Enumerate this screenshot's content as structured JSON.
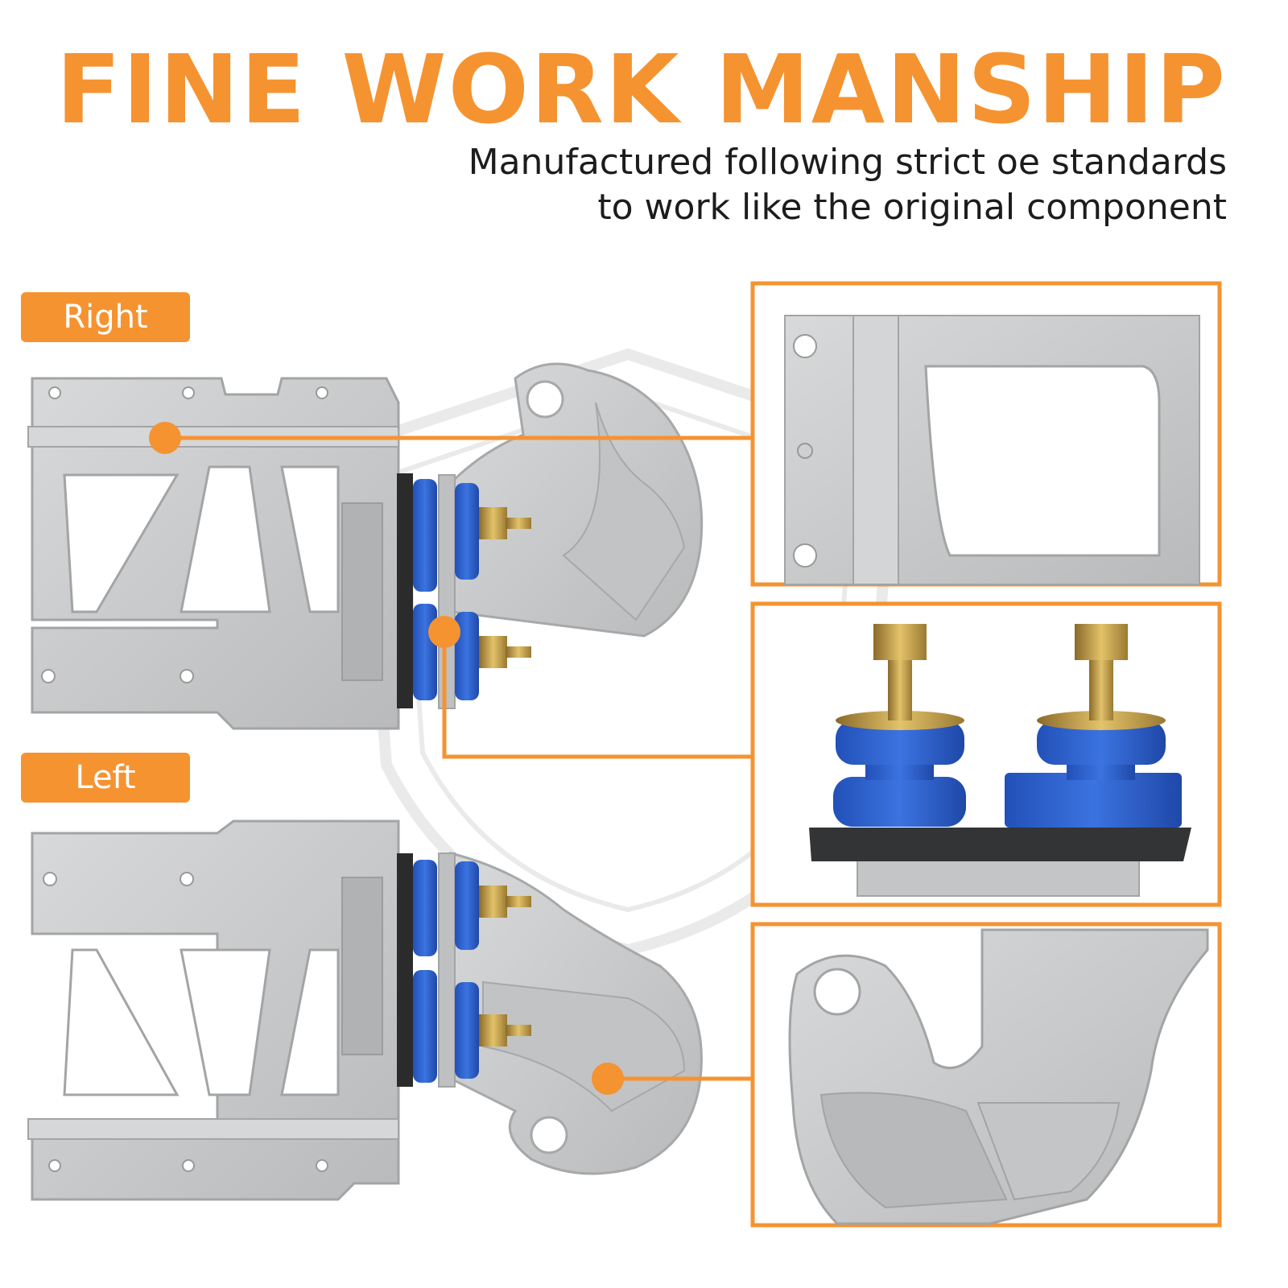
{
  "headline": "FINE WORK MANSHIP",
  "subtitle": {
    "line1": "Manufactured following strict oe standards",
    "line2": "to work like the original component"
  },
  "labels": {
    "right": "Right",
    "left": "Left"
  },
  "colors": {
    "accent": "#f59331",
    "metal": "#c8c9ca",
    "bushing": "#2a5cc7",
    "text": "#1c1c1c"
  }
}
